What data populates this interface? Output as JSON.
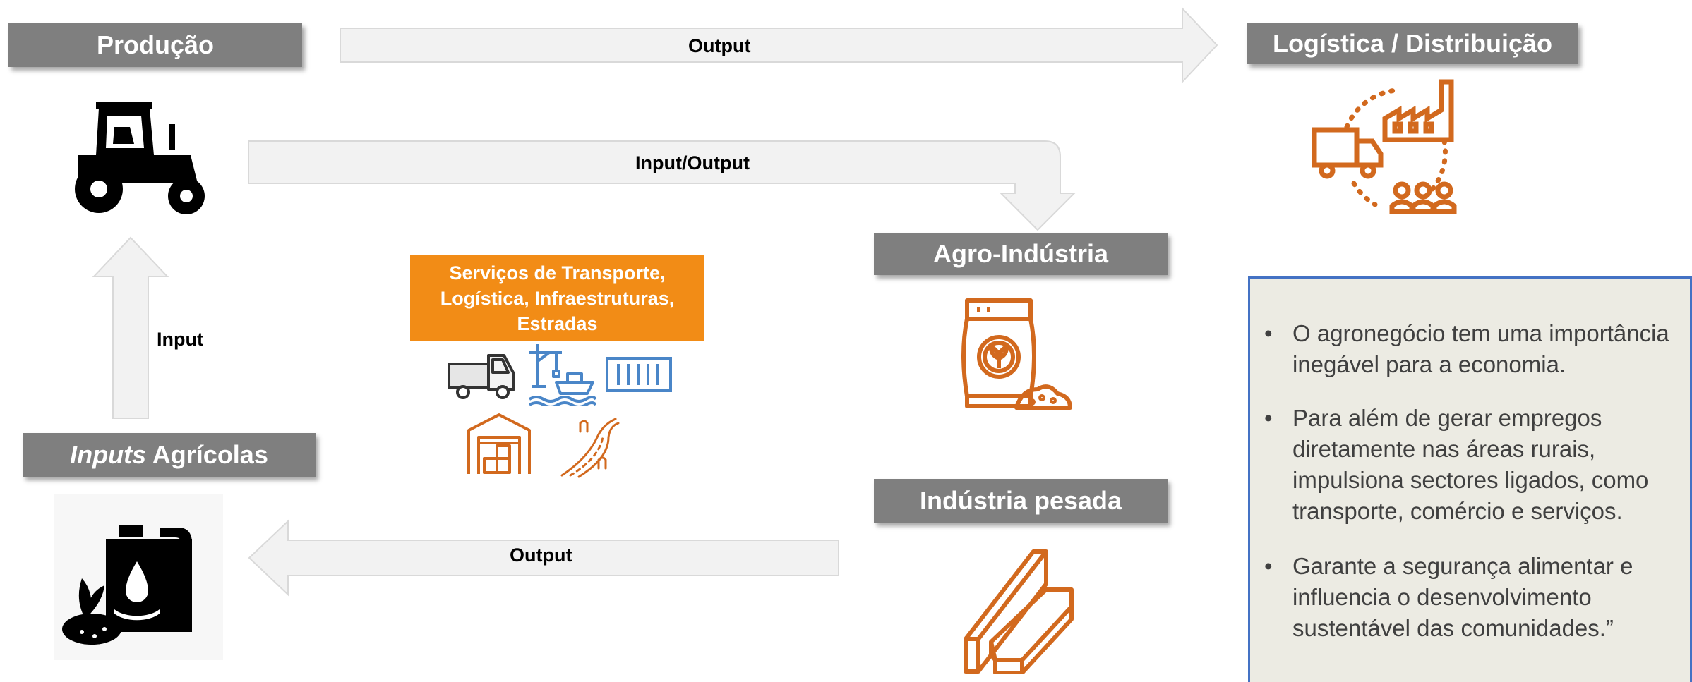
{
  "nodes": {
    "producao": "Produção",
    "logistica": "Logística / Distribuição",
    "agro_industria": "Agro-Indústria",
    "industria_pesada": "Indústria pesada",
    "inputs_agricolas_italic": "Inputs",
    "inputs_agricolas_rest": " Agrícolas"
  },
  "arrows": {
    "producao_to_logistica": "Output",
    "producao_to_agro": "Input/Output",
    "inputs_to_producao": "Input",
    "industria_to_inputs": "Output"
  },
  "services": {
    "lines": [
      "Serviços de Transporte,",
      "Logística, Infraestruturas,",
      "Estradas"
    ]
  },
  "info": {
    "bullets": [
      "O agronegócio tem uma importância inegável para a economia.",
      "Para além de gerar empregos diretamente nas áreas rurais, impulsiona sectores ligados, como transporte, comércio e serviços.",
      "Garante a segurança alimentar e influencia o desenvolvimento sustentável das comunidades.”"
    ]
  },
  "icons": {
    "tractor": "tractor-icon",
    "logistics": "logistics-network-icon",
    "feed_bag": "feed-bag-icon",
    "steel_beam": "steel-beam-icon",
    "fertilizer": "fertilizer-canister-icon",
    "truck": "truck-icon",
    "port": "port-crane-ship-icon",
    "container": "container-icon",
    "warehouse": "warehouse-icon",
    "road": "road-icon"
  },
  "colors": {
    "gray_box": "#7f7f7f",
    "orange_accent": "#f28c16",
    "icon_orange": "#d2691e",
    "icon_blue": "#4a86c8",
    "info_bg": "#ecebe3",
    "info_border": "#4472c4",
    "arrow_fill": "#f2f2f2"
  }
}
